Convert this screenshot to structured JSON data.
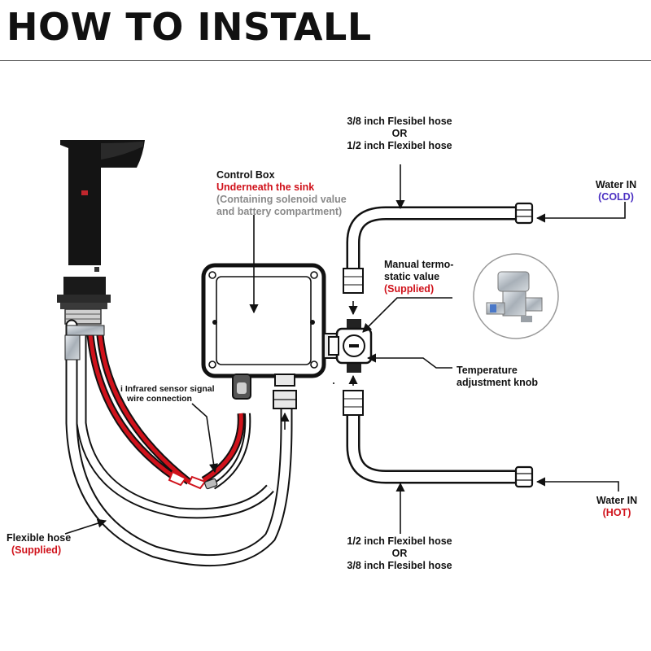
{
  "title": "HOW TO INSTALL",
  "labels": {
    "top_hose_line1": "3/8 inch Flesibel hose",
    "top_hose_or": "OR",
    "top_hose_line2": "1/2 inch Flexibel hose",
    "water_in_cold": "Water IN",
    "cold": "(COLD)",
    "control_box": "Control Box",
    "underneath_sink": "Underneath the sink",
    "containing_1": "(Containing solenoid value",
    "containing_2": "and battery compartment)",
    "manual_valve_1": "Manual termo-",
    "manual_valve_2": "static value",
    "manual_supplied": "(Supplied)",
    "temp_knob_1": "Temperature",
    "temp_knob_2": "adjustment knob",
    "infrared_1": "i Infrared sensor signal",
    "infrared_2": "wire connection",
    "flexible_hose": "Flexible hose",
    "flexible_supplied": "(Supplied)",
    "water_in_hot": "Water IN",
    "hot": "(HOT)",
    "bottom_hose_line1": "1/2 inch Flexibel hose",
    "bottom_hose_or": "OR",
    "bottom_hose_line2": "3/8 inch Flesibel hose"
  },
  "colors": {
    "text": "#111111",
    "accent_red": "#d0121b",
    "accent_blue": "#4a2fc2",
    "note_gray": "#8a8a8a",
    "faucet_black": "#111111",
    "metal": "#9aa0a6"
  }
}
